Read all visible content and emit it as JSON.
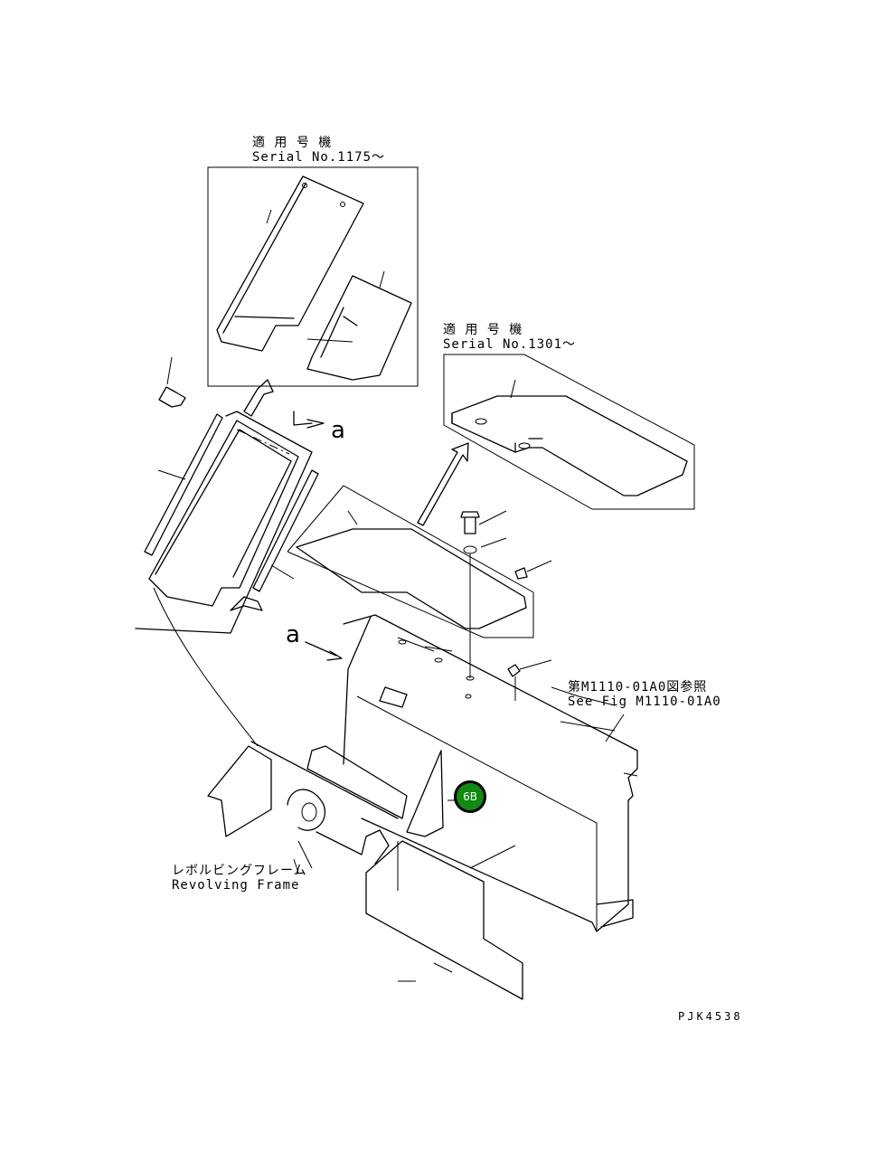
{
  "labels": {
    "serial_a_jp": "適 用 号 機",
    "serial_a_en": "Serial No.1175～",
    "serial_b_jp": "適 用 号 機",
    "serial_b_en": "Serial No.1301～",
    "ref_jp": "第M1110-01A0図参照",
    "ref_en": "See Fig M1110-01A0",
    "frame_jp": "レボルビングフレーム",
    "frame_en": "Revolving Frame",
    "view_a_top": "a",
    "view_a_left": "a",
    "drawing_code": "PJK4538"
  },
  "badge": {
    "text": "6B",
    "color": "#108a10"
  }
}
